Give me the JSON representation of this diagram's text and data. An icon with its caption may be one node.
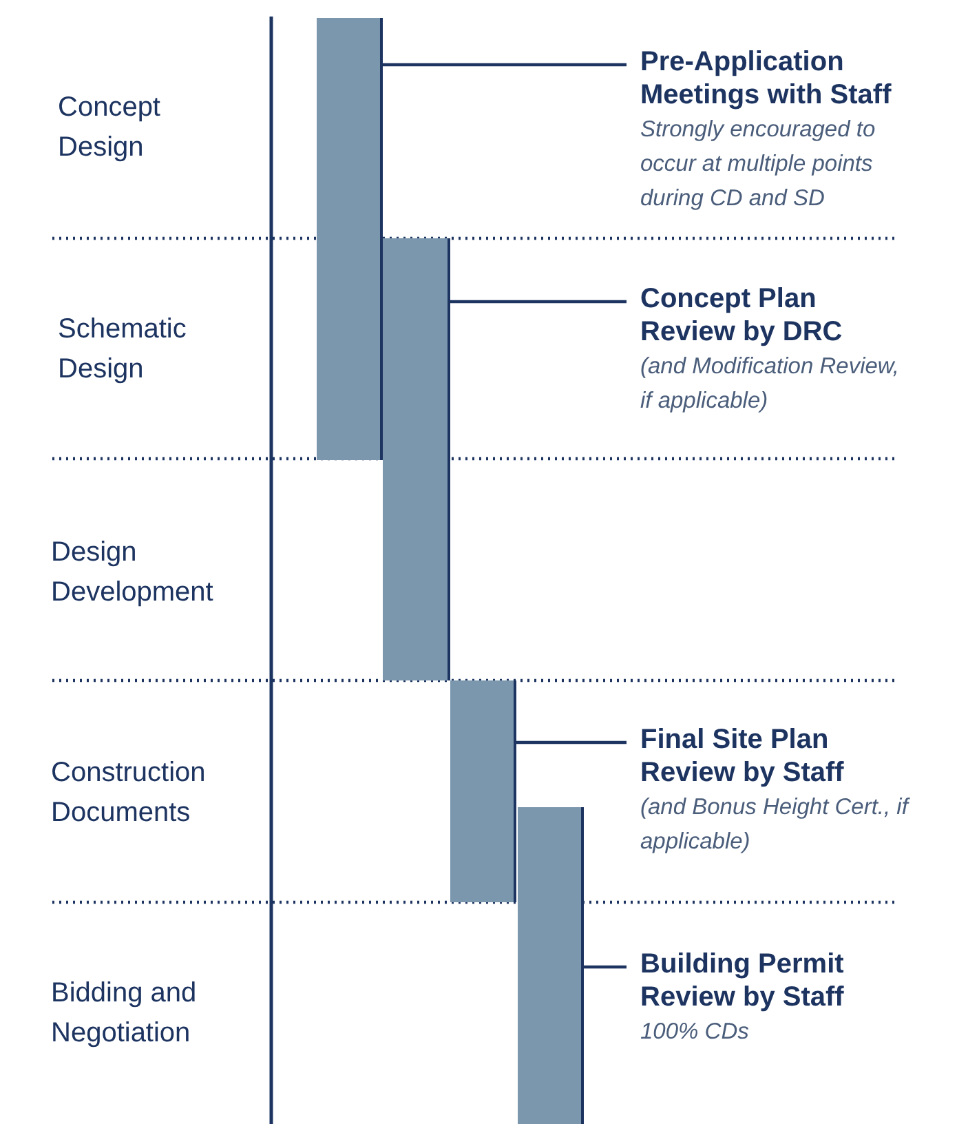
{
  "diagram": {
    "nodes": [
      {
        "text": [],
        "shape": "bar"
      },
      {
        "text": [
          "Pre-Application Meetings with Staff",
          "Strongly encouraged to occur at multiple points during CD and SD"
        ]
      },
      {
        "text": [],
        "shape": "bar"
      },
      {
        "text": [
          "Concept Plan Review by DRC",
          "(and Modification Review, if applicable)"
        ]
      },
      {
        "text": [],
        "shape": "bar"
      },
      {
        "text": [
          "Final Site Plan Review by Staff",
          "(and Bonus Height Cert., if applicable)"
        ]
      },
      {
        "text": [],
        "shape": "bar"
      },
      {
        "text": [
          "Building Permit Review by Staff",
          "100% CDs"
        ]
      }
    ],
    "edges": [
      {
        "from": 1,
        "to": 0,
        "arrow": "none"
      },
      {
        "from": 3,
        "to": 2,
        "arrow": "none"
      },
      {
        "from": 5,
        "to": 4,
        "arrow": "none"
      },
      {
        "from": 7,
        "to": 6,
        "arrow": "none"
      }
    ],
    "labels": [
      "Concept Design",
      "Schematic Design",
      "Design Development",
      "Construction Documents",
      "Bidding and Negotiation"
    ]
  }
}
